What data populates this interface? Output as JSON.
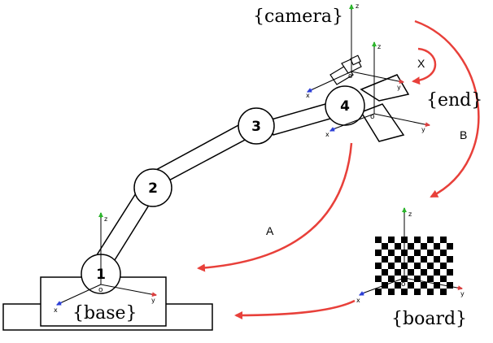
{
  "frames": {
    "camera": "{camera}",
    "end": "{end}",
    "base": "{base}",
    "board": "{board}"
  },
  "joints": [
    "1",
    "2",
    "3",
    "4"
  ],
  "axis_labels": {
    "x": "x",
    "y": "y",
    "z": "z",
    "origin": "o"
  },
  "transforms": {
    "A": "A",
    "B": "B",
    "X": "X"
  },
  "colors": {
    "transform_arrow": "#e8403a",
    "axis_z": "#2fb52f",
    "axis_y": "#d94040",
    "axis_x": "#2d3fd6"
  }
}
